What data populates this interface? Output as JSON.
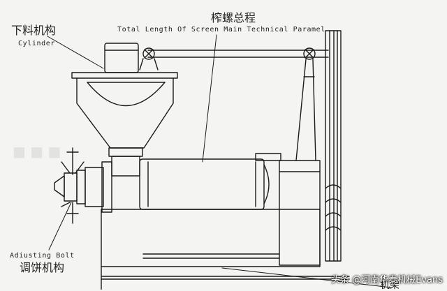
{
  "labels": {
    "top_cn": "榨螺总程",
    "top_en": "Total Length Of Screen Main Technical Paramel",
    "feed_cn": "下料机构",
    "feed_en": "Cylinder",
    "adjust_en": "Adiusting Bolt",
    "adjust_cn": "调饼机构",
    "frame_cn": "机架"
  },
  "watermark": "头条 @河南华泰机械Evans",
  "colors": {
    "line": "#1a1a1a",
    "background": "#f4f4f2"
  }
}
